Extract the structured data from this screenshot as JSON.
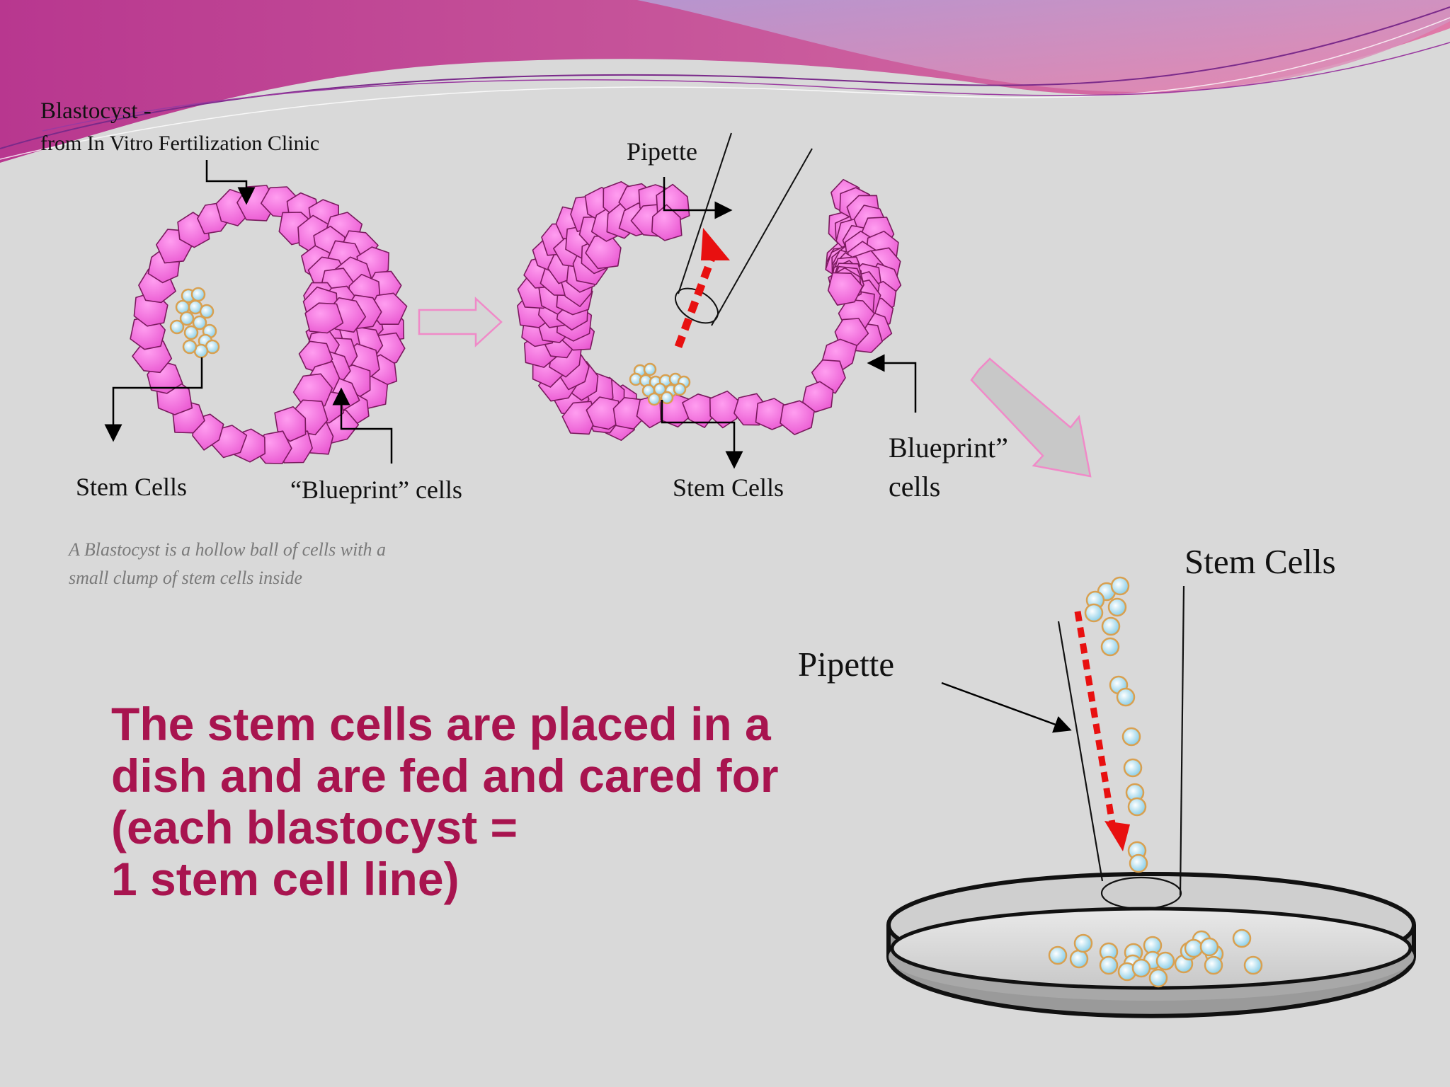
{
  "labels": {
    "blastocyst_title": "Blastocyst -",
    "blastocyst_source": "from In Vitro Fertilization Clinic",
    "stem_cells_1": "Stem Cells",
    "blueprint_cells_1": "“Blueprint” cells",
    "pipette_1": "Pipette",
    "stem_cells_2": "Stem Cells",
    "blueprint_cells_2_line1": "Blueprint”",
    "blueprint_cells_2_line2": "cells",
    "stem_cells_3": "Stem Cells",
    "pipette_2": "Pipette"
  },
  "caption": {
    "line1": "A Blastocyst is a hollow ball of cells with a",
    "line2": "small clump of stem cells inside"
  },
  "headline": {
    "line1": "The stem cells are placed in a",
    "line2": "dish and are fed and cared for",
    "line3": "(each blastocyst =",
    "line4": "1 stem cell line)"
  },
  "colors": {
    "background": "#d9d9d9",
    "cell_pink": "#f070d8",
    "cell_outline": "#7a1a5e",
    "stem_cell_fill": "#bfe6f4",
    "stem_cell_ring": "#d9a050",
    "flow_arrow": "#e81010",
    "headline": "#a8144f",
    "banner_magenta": "#c2459a"
  }
}
